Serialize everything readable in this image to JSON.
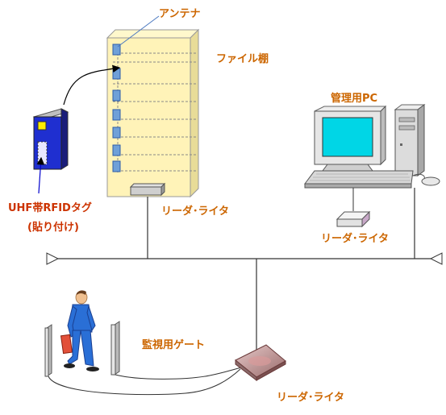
{
  "labels": {
    "antenna": "アンテナ",
    "file_cabinet": "ファイル棚",
    "management_pc": "管理用PC",
    "uhf_tag_line1": "UHF帯RFIDタグ",
    "uhf_tag_line2": "(貼り付け)",
    "reader_writer_cabinet": "リーダ･ライタ",
    "reader_writer_pc": "リーダ･ライタ",
    "monitoring_gate": "監視用ゲート",
    "reader_writer_gate": "リーダ･ライタ"
  },
  "colors": {
    "label_text": "#cc6600",
    "tag_label_text": "#cc3300",
    "cabinet_fill": "#fff3b8",
    "tag_body": "#1f2fd0",
    "tag_chip": "#ffee00",
    "person_suit": "#2a6fd6",
    "network_line": "#333333",
    "antenna_fill": "#6fa0d8"
  },
  "icons": [
    "antenna-icon",
    "file-cabinet-icon",
    "rfid-tag-icon",
    "reader-writer-icon",
    "desktop-pc-icon",
    "person-icon",
    "gate-pole-icon",
    "gate-reader-icon"
  ]
}
